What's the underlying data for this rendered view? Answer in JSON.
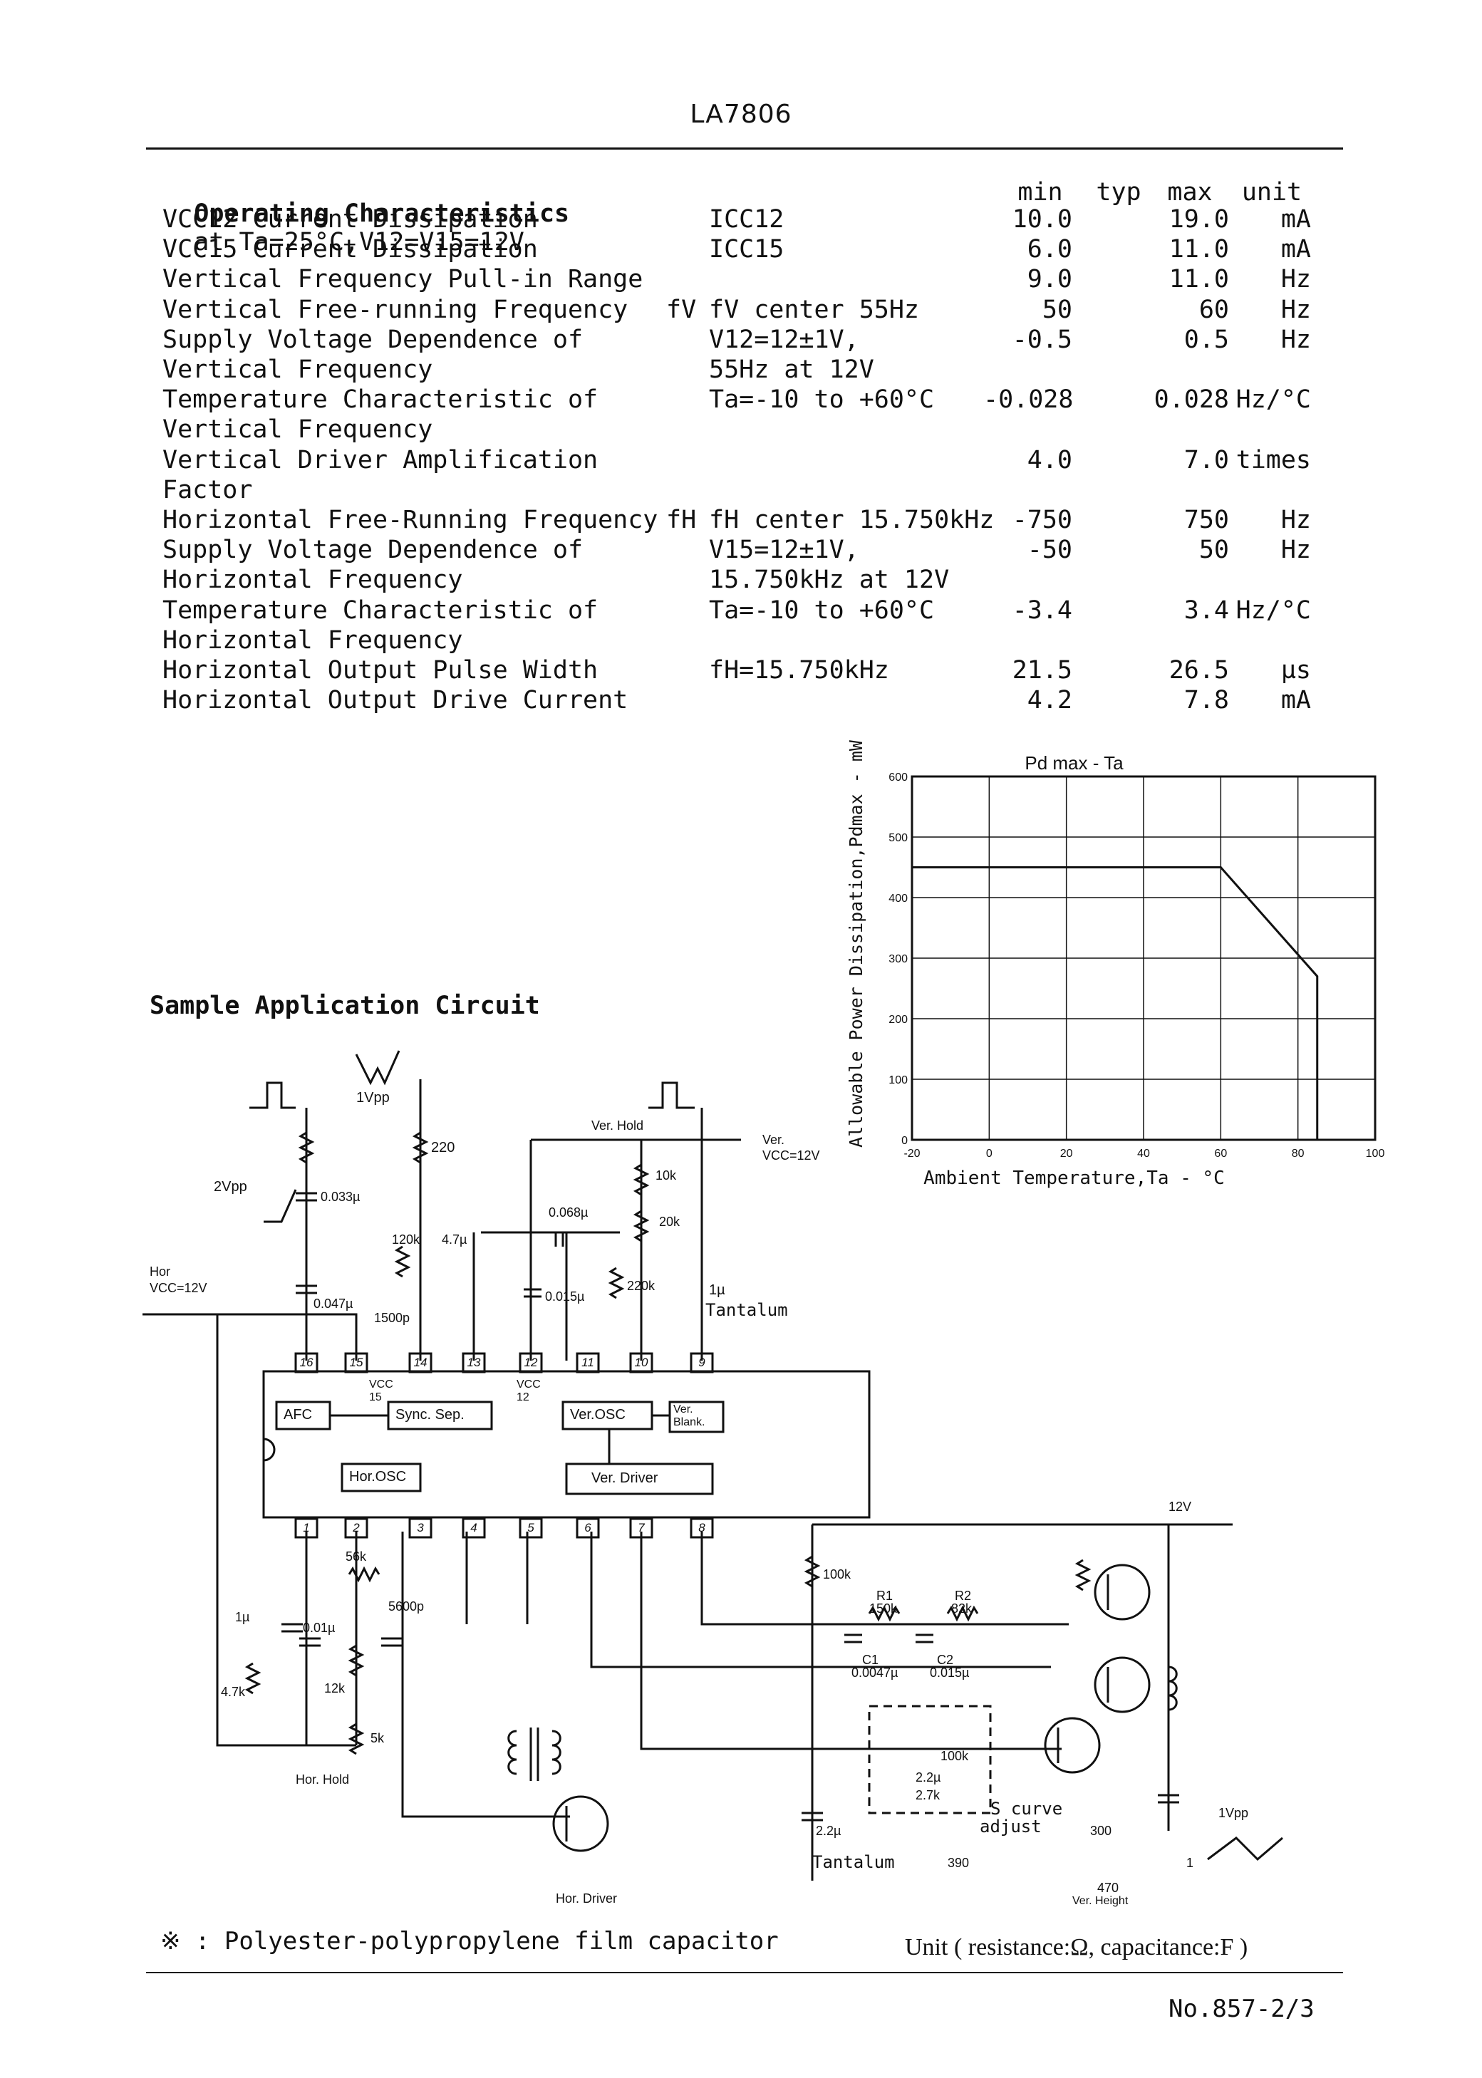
{
  "header": {
    "part_number": "LA7806"
  },
  "operating_characteristics": {
    "title": "Operating Characteristics",
    "condition": "at Ta=25°C,V12=V15=12V",
    "columns": {
      "min": "min",
      "typ": "typ",
      "max": "max",
      "unit": "unit"
    },
    "rows": [
      {
        "param": "VCC12 Current Dissipation",
        "symbol": "",
        "cond": "ICC12",
        "min": "10.0",
        "typ": "",
        "max": "19.0",
        "unit": "mA"
      },
      {
        "param": "VCC15 Current Dissipation",
        "symbol": "",
        "cond": "ICC15",
        "min": "6.0",
        "typ": "",
        "max": "11.0",
        "unit": "mA"
      },
      {
        "param": "Vertical Frequency Pull-in Range",
        "symbol": "",
        "cond": "",
        "min": "9.0",
        "typ": "",
        "max": "11.0",
        "unit": "Hz"
      },
      {
        "param": "Vertical Free-running Frequency",
        "symbol": "fV",
        "cond": "fV center 55Hz",
        "min": "50",
        "typ": "",
        "max": "60",
        "unit": "Hz"
      },
      {
        "param": "Supply Voltage Dependence of",
        "symbol": "",
        "cond": "V12=12±1V,",
        "min": "-0.5",
        "typ": "",
        "max": "0.5",
        "unit": "Hz"
      },
      {
        "param": "Vertical Frequency",
        "symbol": "",
        "cond": "55Hz at 12V",
        "min": "",
        "typ": "",
        "max": "",
        "unit": ""
      },
      {
        "param": "Temperature Characteristic of",
        "symbol": "",
        "cond": "Ta=-10 to +60°C",
        "min": "-0.028",
        "typ": "",
        "max": "0.028",
        "unit": "Hz/°C"
      },
      {
        "param": "Vertical Frequency",
        "symbol": "",
        "cond": "",
        "min": "",
        "typ": "",
        "max": "",
        "unit": ""
      },
      {
        "param": "Vertical Driver Amplification",
        "symbol": "",
        "cond": "",
        "min": "4.0",
        "typ": "",
        "max": "7.0",
        "unit": "times"
      },
      {
        "param": "Factor",
        "symbol": "",
        "cond": "",
        "min": "",
        "typ": "",
        "max": "",
        "unit": ""
      },
      {
        "param": "Horizontal Free-Running Frequency",
        "symbol": "fH",
        "cond": "fH center 15.750kHz",
        "min": "-750",
        "typ": "",
        "max": "750",
        "unit": "Hz"
      },
      {
        "param": "Supply Voltage Dependence of",
        "symbol": "",
        "cond": "V15=12±1V,",
        "min": "-50",
        "typ": "",
        "max": "50",
        "unit": "Hz"
      },
      {
        "param": "Horizontal Frequency",
        "symbol": "",
        "cond": "15.750kHz at 12V",
        "min": "",
        "typ": "",
        "max": "",
        "unit": ""
      },
      {
        "param": "Temperature Characteristic of",
        "symbol": "",
        "cond": "Ta=-10 to +60°C",
        "min": "-3.4",
        "typ": "",
        "max": "3.4",
        "unit": "Hz/°C"
      },
      {
        "param": "Horizontal Frequency",
        "symbol": "",
        "cond": "",
        "min": "",
        "typ": "",
        "max": "",
        "unit": ""
      },
      {
        "param": "Horizontal Output Pulse Width",
        "symbol": "",
        "cond": "fH=15.750kHz",
        "min": "21.5",
        "typ": "",
        "max": "26.5",
        "unit": "µs"
      },
      {
        "param": "Horizontal Output Drive Current",
        "symbol": "",
        "cond": "",
        "min": "4.2",
        "typ": "",
        "max": "7.8",
        "unit": "mA"
      }
    ]
  },
  "chart_data": {
    "type": "line",
    "title": "Pd max - Ta",
    "xlabel": "Ambient Temperature,Ta - °C",
    "ylabel": "Allowable Power Dissipation,Pdmax - mW",
    "xlim": [
      -20,
      100
    ],
    "ylim": [
      0,
      600
    ],
    "x_ticks": [
      -20,
      0,
      20,
      40,
      60,
      80,
      100
    ],
    "y_ticks": [
      0,
      100,
      200,
      300,
      400,
      500,
      600
    ],
    "grid": true,
    "series": [
      {
        "x": [
          -20,
          60,
          85,
          85
        ],
        "y": [
          450,
          450,
          270,
          0
        ]
      }
    ]
  },
  "circuit": {
    "title": "Sample Application Circuit",
    "labels": {
      "vpp2": "2Vpp",
      "vpp1": "1Vpp",
      "r220": "220",
      "c0033": "0.033µ",
      "r120k": "120k",
      "c47": "4.7µ",
      "c1500p": "1500p",
      "c0047": "0.047µ",
      "horvcc": "Hor",
      "horvcc2": "VCC=12V",
      "verhold": "Ver. Hold",
      "vervcc": "Ver.",
      "vervcc2": "VCC=12V",
      "r10k": "10k",
      "r20k": "20k",
      "c0068": "0.068µ",
      "c0015": "0.015µ",
      "r220k": "220k",
      "c1u": "1µ",
      "tantalum": "Tantalum",
      "afc": "AFC",
      "sync": "Sync. Sep.",
      "verosc": "Ver.OSC",
      "verblank": "Ver. Blank.",
      "horosc": "Hor.OSC",
      "verdriver": "Ver. Driver",
      "vcc15": "VCC 15",
      "vcc12": "VCC 12",
      "r56k": "56k",
      "c1u2": "1µ",
      "c001": "0.01µ",
      "c5600p": "5600p",
      "r47k": "4.7k",
      "r12k": "12k",
      "r5k": "5k",
      "horhold": "Hor. Hold",
      "hordriver": "Hor. Driver",
      "r100k": "100k",
      "r1": "R1",
      "r1v": "150k",
      "r2": "R2",
      "r2v": "82k",
      "c1": "C1",
      "c1v": "0.0047µ",
      "c2": "C2",
      "c2v": "0.015µ",
      "v12": "12V",
      "r100k2": "100k",
      "c22": "2.2µ",
      "r27k": "2.7k",
      "c22b": "2.2µ",
      "scurve": "S curve",
      "scurve2": "adjust",
      "tantalum2": "Tantalum",
      "r390": "390",
      "r300": "300",
      "r470": "470",
      "verheight": "Ver. Height",
      "r1ohm": "1",
      "vpp3": "1Vpp"
    },
    "pins_top": [
      "16",
      "15",
      "14",
      "13",
      "12",
      "11",
      "10",
      "9"
    ],
    "pins_bottom": [
      "1",
      "2",
      "3",
      "4",
      "5",
      "6",
      "7",
      "8"
    ]
  },
  "footer": {
    "note": "※ : Polyester-polypropylene film capacitor",
    "unit": "Unit ( resistance:Ω, capacitance:F )",
    "page": "No.857-2/3"
  }
}
